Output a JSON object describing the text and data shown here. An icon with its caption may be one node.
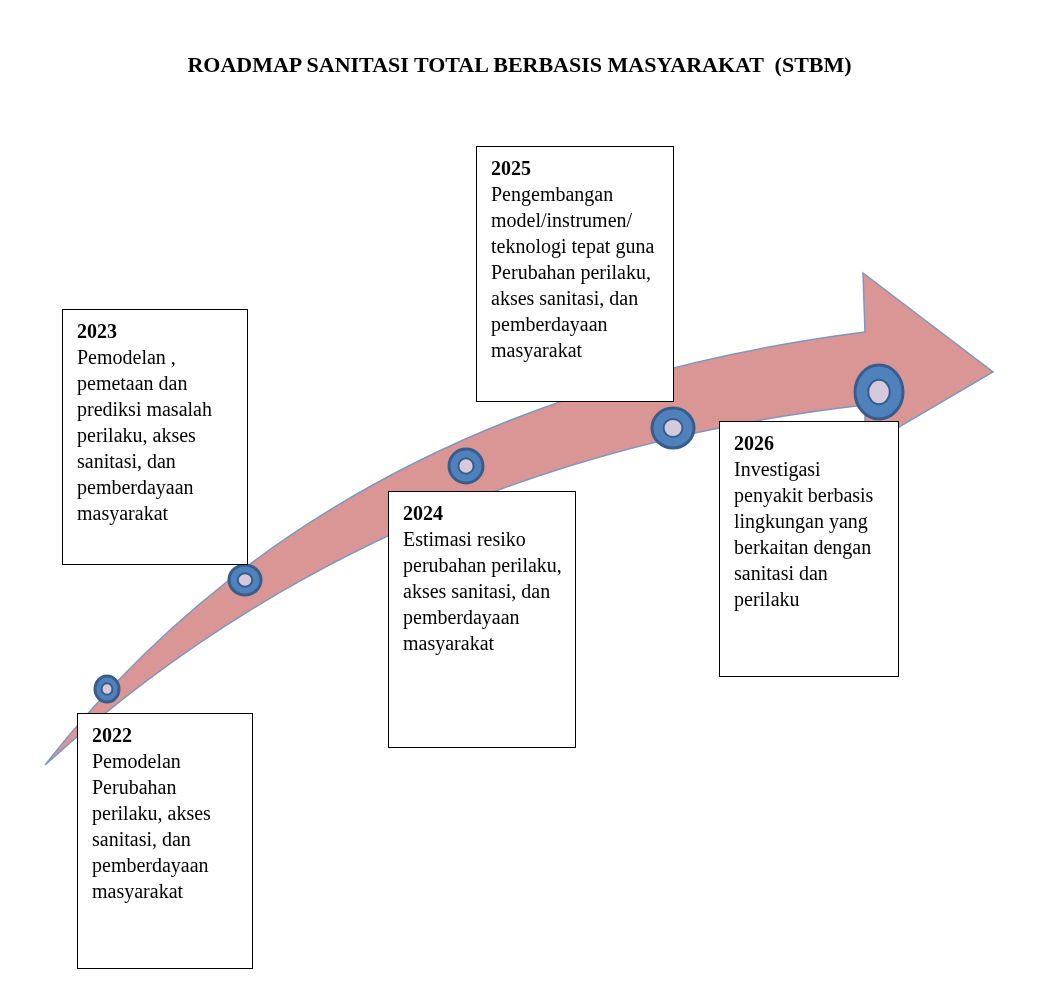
{
  "diagram": {
    "title": "ROADMAP SANITASI TOTAL BERBASIS MASYARAKAT  (STBM)",
    "nodes": [
      {
        "text": [
          "2023",
          "Pemodelan , pemetaan dan prediksi masalah perilaku, akses sanitasi, dan pemberdayaan masyarakat"
        ]
      },
      {
        "text": [
          "2025",
          "Pengembangan model/instrumen/ teknologi tepat guna Perubahan perilaku, akses sanitasi, dan pemberdayaan masyarakat"
        ]
      },
      {
        "text": [
          "2024",
          "Estimasi resiko perubahan perilaku, akses sanitasi, dan pemberdayaan masyarakat"
        ]
      },
      {
        "text": [
          "2026",
          "Investigasi penyakit berbasis lingkungan yang berkaitan dengan sanitasi dan perilaku"
        ]
      },
      {
        "text": [
          "2022",
          "Pemodelan Perubahan perilaku, akses sanitasi, dan pemberdayaan masyarakat"
        ]
      }
    ]
  }
}
